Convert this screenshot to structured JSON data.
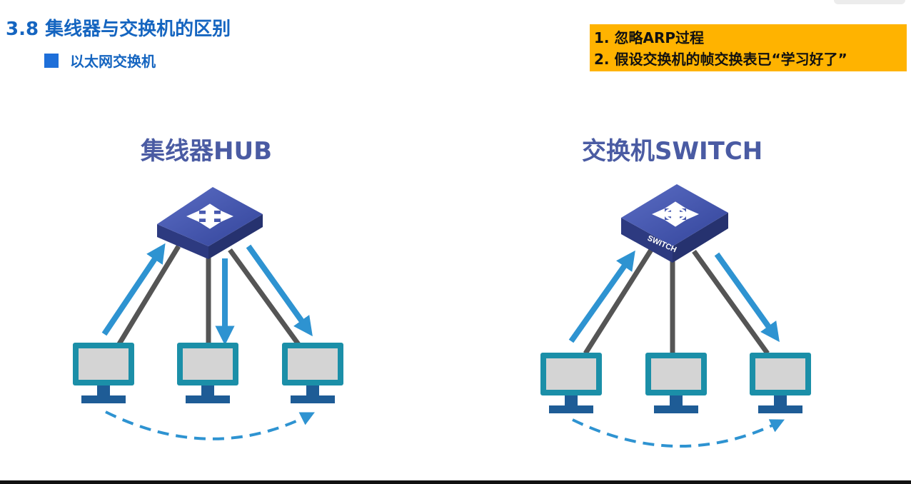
{
  "header": {
    "title": "3.8 集线器与交换机的区别",
    "subtitle": "以太网交换机"
  },
  "notes": [
    "1. 忽略ARP过程",
    "2. 假设交换机的帧交换表已“学习好了”"
  ],
  "hub": {
    "label": "集线器HUB"
  },
  "switch": {
    "label": "交换机SWITCH",
    "device_text": "SWITCH"
  },
  "colors": {
    "title": "#1565c0",
    "note_bg": "#ffb300",
    "device_label": "#4a5ba3",
    "device_top": "#3f51a8",
    "arrow": "#2e93d1",
    "cable": "#555555",
    "monitor_frame": "#1b8fa8",
    "monitor_screen": "#d4d4d4",
    "monitor_base": "#1e5c96"
  }
}
